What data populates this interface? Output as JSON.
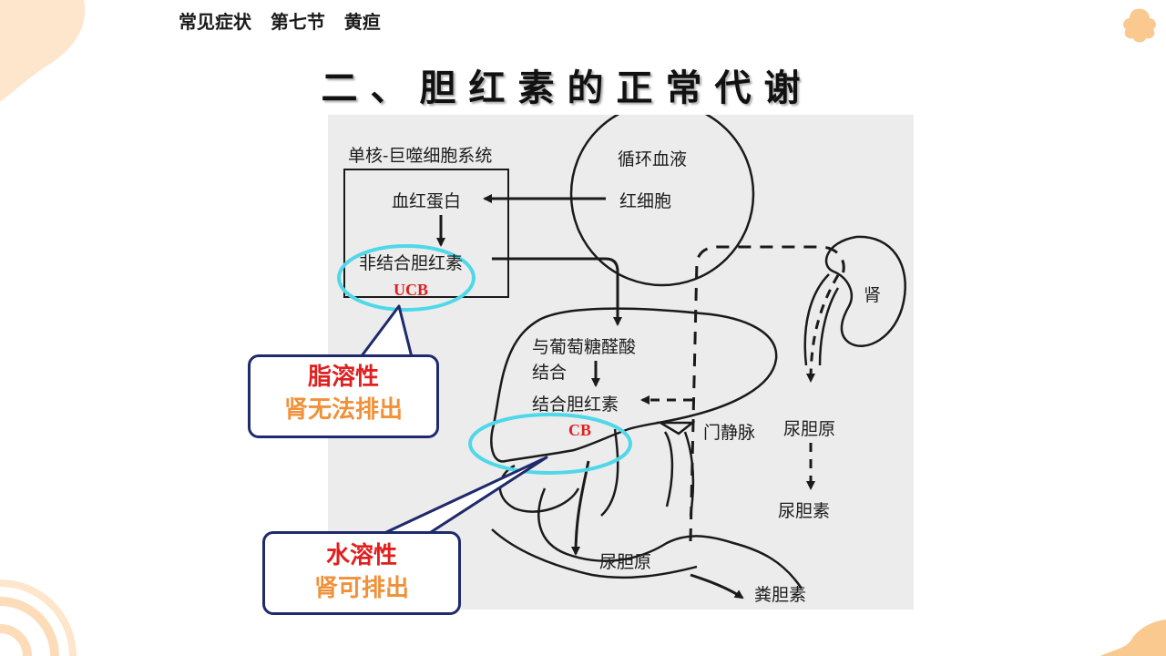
{
  "header": {
    "text": "常见症状   第七节   黄疸"
  },
  "title": "二、胆红素的正常代谢",
  "diagram": {
    "box_title": "单核-巨噬细胞系统",
    "hemoglobin": "血红蛋白",
    "unconjugated": "非结合胆红素",
    "circulation": "循环血液",
    "rbc": "红细胞",
    "glucuronide_1": "与葡萄糖醛酸",
    "glucuronide_2": "结合",
    "conjugated": "结合胆红素",
    "portal_vein": "门静脉",
    "kidney": "肾",
    "urobilinogen_right": "尿胆原",
    "urobilin": "尿胆素",
    "urobilinogen_intestine": "尿胆原",
    "stercobilin": "粪胆素",
    "ucb": "UCB",
    "cb": "CB"
  },
  "callouts": {
    "ucb": {
      "line1": "脂溶性",
      "line2": "肾无法排出"
    },
    "cb": {
      "line1": "水溶性",
      "line2": "肾可排出"
    }
  },
  "colors": {
    "highlight_ellipse": "#4fd8e8",
    "callout_border": "#1f2a6b",
    "red_text": "#e02020",
    "orange_text": "#f0913a",
    "decoration": "#fbd8b2"
  }
}
